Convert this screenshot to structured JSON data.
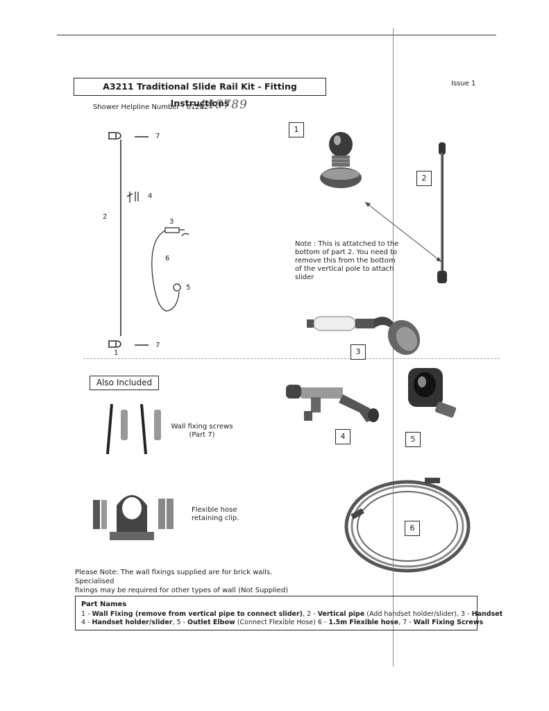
{
  "header": {
    "title": "A3211 Traditional Slide Rail Kit - Fitting Instructions",
    "issue": "Issue 1",
    "helpline": "Shower Helpline Number - 01282",
    "helpline_handwritten": "446789"
  },
  "diagram": {
    "labels": {
      "top_fixing": "7",
      "handset_holder": "4",
      "vertical_pipe": "2",
      "handset": "3",
      "hose": "6",
      "outlet": "5",
      "bottom_fixing": "7",
      "wall_fixing": "1"
    }
  },
  "photos": {
    "box1": "1",
    "box2": "2",
    "box3": "3",
    "box4": "4",
    "box5": "5",
    "box6": "6",
    "note": "Note : This is attatched to the bottom of  part 2. You need to remove this from the bottom of the vertical pole to attach slider"
  },
  "also_included": {
    "heading": "Also Included",
    "screws_caption_1": "Wall fixing screws",
    "screws_caption_2": "(Part 7)",
    "clip_caption_1": "Flexible hose",
    "clip_caption_2": "retaining clip."
  },
  "please_note": {
    "line1": "Please Note: The wall fixings supplied are for brick walls.  Specialised",
    "line2": "fixings may be required for other types of wall (Not Supplied)"
  },
  "part_names": {
    "heading": "Part Names",
    "line1": [
      {
        "text": "1 - ",
        "bold": false
      },
      {
        "text": "Wall Fixing (remove from vertical pipe to connect slider)",
        "bold": true
      },
      {
        "text": ", 2 - ",
        "bold": false
      },
      {
        "text": "Vertical pipe",
        "bold": true
      },
      {
        "text": " (Add handset holder/slider), 3 - ",
        "bold": false
      },
      {
        "text": "Handset",
        "bold": true
      }
    ],
    "line2": [
      {
        "text": "4 - ",
        "bold": false
      },
      {
        "text": "Handset holder/slider",
        "bold": true
      },
      {
        "text": ", 5 - ",
        "bold": false
      },
      {
        "text": "Outlet Elbow",
        "bold": true
      },
      {
        "text": " (Connect Flexible Hose) 6 - ",
        "bold": false
      },
      {
        "text": "1.5m Flexible hose",
        "bold": true
      },
      {
        "text": ", 7 - ",
        "bold": false
      },
      {
        "text": "Wall Fixing Screws",
        "bold": true
      }
    ]
  }
}
